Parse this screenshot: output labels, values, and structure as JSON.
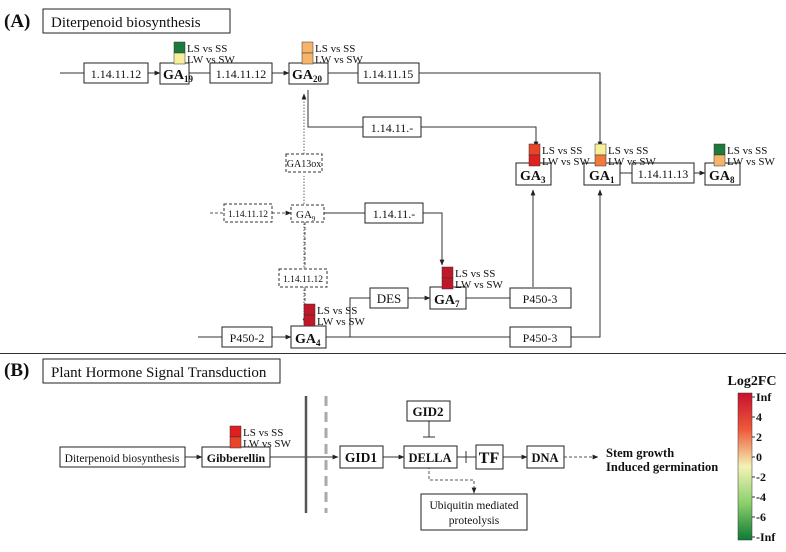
{
  "panels": {
    "a_letter": "(A)",
    "a_title": "Diterpenoid biosynthesis",
    "b_letter": "(B)",
    "b_title": "Plant Hormone Signal Transduction"
  },
  "comparisons": {
    "top": "LS vs SS",
    "bottom": "LW vs SW"
  },
  "colors": {
    "dark_green": "#1e7a3c",
    "pale_yellow": "#f7ef9a",
    "light_orange": "#f5b46a",
    "orange": "#f07a3a",
    "red_orange": "#e8442a",
    "red": "#e02020",
    "dark_red": "#c01828",
    "neutral": "#f3f3b5"
  },
  "pathway_a": {
    "ec": {
      "e1": "1.14.11.12",
      "e2": "1.14.11.12",
      "e3": "1.14.11.15",
      "e4": "1.14.11.-",
      "e5": "1.14.11.13",
      "e6": "1.14.11.-",
      "e7": "P450-3",
      "e8": "P450-3"
    },
    "dashed_ec": {
      "d1": "1.14.11.12",
      "d2": "1.14.11.12"
    },
    "ga13ox": "GA13ox",
    "des": "DES",
    "p450_2": "P450-2",
    "compounds": {
      "ga19": {
        "base": "GA",
        "sub": "19"
      },
      "ga20": {
        "base": "GA",
        "sub": "20"
      },
      "ga3": {
        "base": "GA",
        "sub": "3"
      },
      "ga1": {
        "base": "GA",
        "sub": "1"
      },
      "ga8": {
        "base": "GA",
        "sub": "8"
      },
      "ga9": {
        "base": "GA",
        "sub": "9"
      },
      "ga7": {
        "base": "GA",
        "sub": "7"
      },
      "ga4": {
        "base": "GA",
        "sub": "4"
      }
    },
    "heatmaps": {
      "ga19": [
        "dark_green",
        "pale_yellow"
      ],
      "ga20": [
        "light_orange",
        "light_orange"
      ],
      "ga3": [
        "red_orange",
        "red"
      ],
      "ga1": [
        "pale_yellow",
        "orange"
      ],
      "ga8": [
        "dark_green",
        "light_orange"
      ],
      "ga7": [
        "dark_red",
        "dark_red"
      ],
      "ga4": [
        "dark_red",
        "dark_red"
      ]
    }
  },
  "pathway_b": {
    "diterpenoid": "Diterpenoid biosynthesis",
    "gibberellin": "Gibberellin",
    "gid2": "GID2",
    "gid1": "GID1",
    "della": "DELLA",
    "tf": "TF",
    "dna": "DNA",
    "outcome_1": "Stem growth",
    "outcome_2": "Induced germination",
    "ubiquitin_1": "Ubiquitin mediated",
    "ubiquitin_2": "proteolysis",
    "heatmap": [
      "red",
      "red_orange"
    ]
  },
  "legend": {
    "title": "Log2FC",
    "ticks": [
      "Inf",
      "4",
      "2",
      "0",
      "-2",
      "-4",
      "-6",
      "-Inf"
    ]
  }
}
